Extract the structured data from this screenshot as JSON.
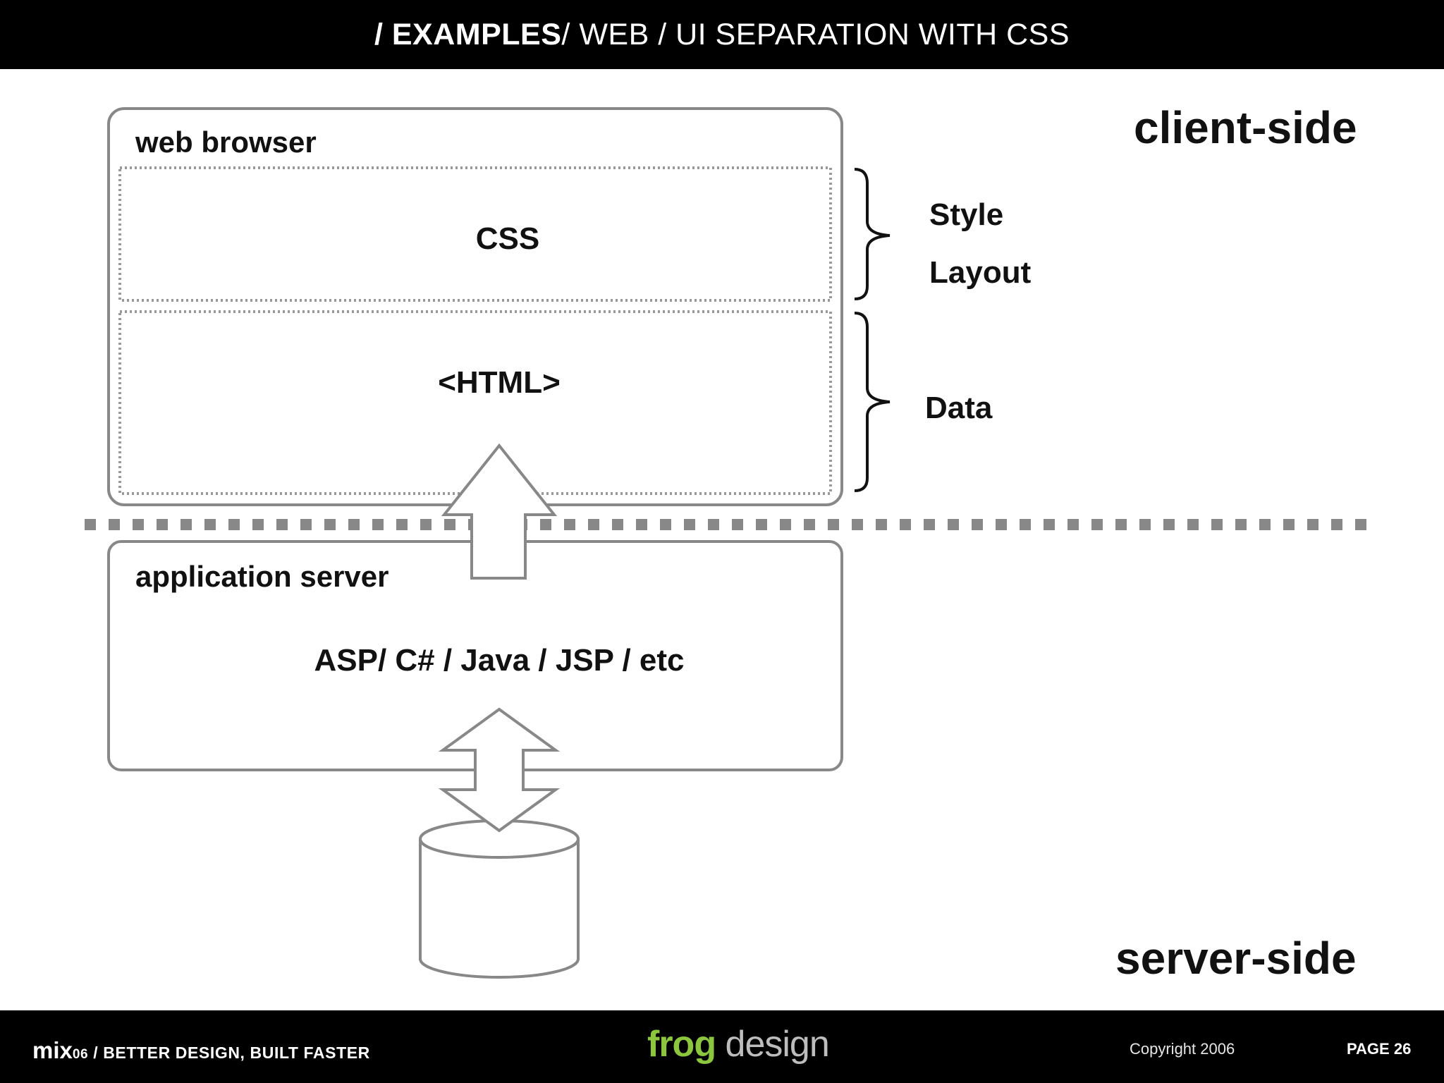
{
  "header": {
    "title_bold": "/ EXAMPLES",
    "title_rest": " / WEB / UI SEPARATION WITH CSS"
  },
  "diagram": {
    "browser_title": "web browser",
    "css_label": "CSS",
    "html_label": "<HTML>",
    "style_label": "Style",
    "layout_label": "Layout",
    "data_label": "Data",
    "client_side_label": "client-side",
    "server_side_label": "server-side",
    "server_title": "application server",
    "server_tech": "ASP/ C# / Java / JSP / etc"
  },
  "footer": {
    "brand_mix": "mix",
    "brand_num": "06",
    "brand_tagline": " / BETTER DESIGN, BUILT FASTER",
    "logo_frog": "frog",
    "logo_design": " design",
    "copyright": "Copyright 2006",
    "page": "PAGE 26"
  },
  "colors": {
    "stroke": "#888888",
    "dotted": "#999999",
    "logo_green": "#8cc63f"
  }
}
